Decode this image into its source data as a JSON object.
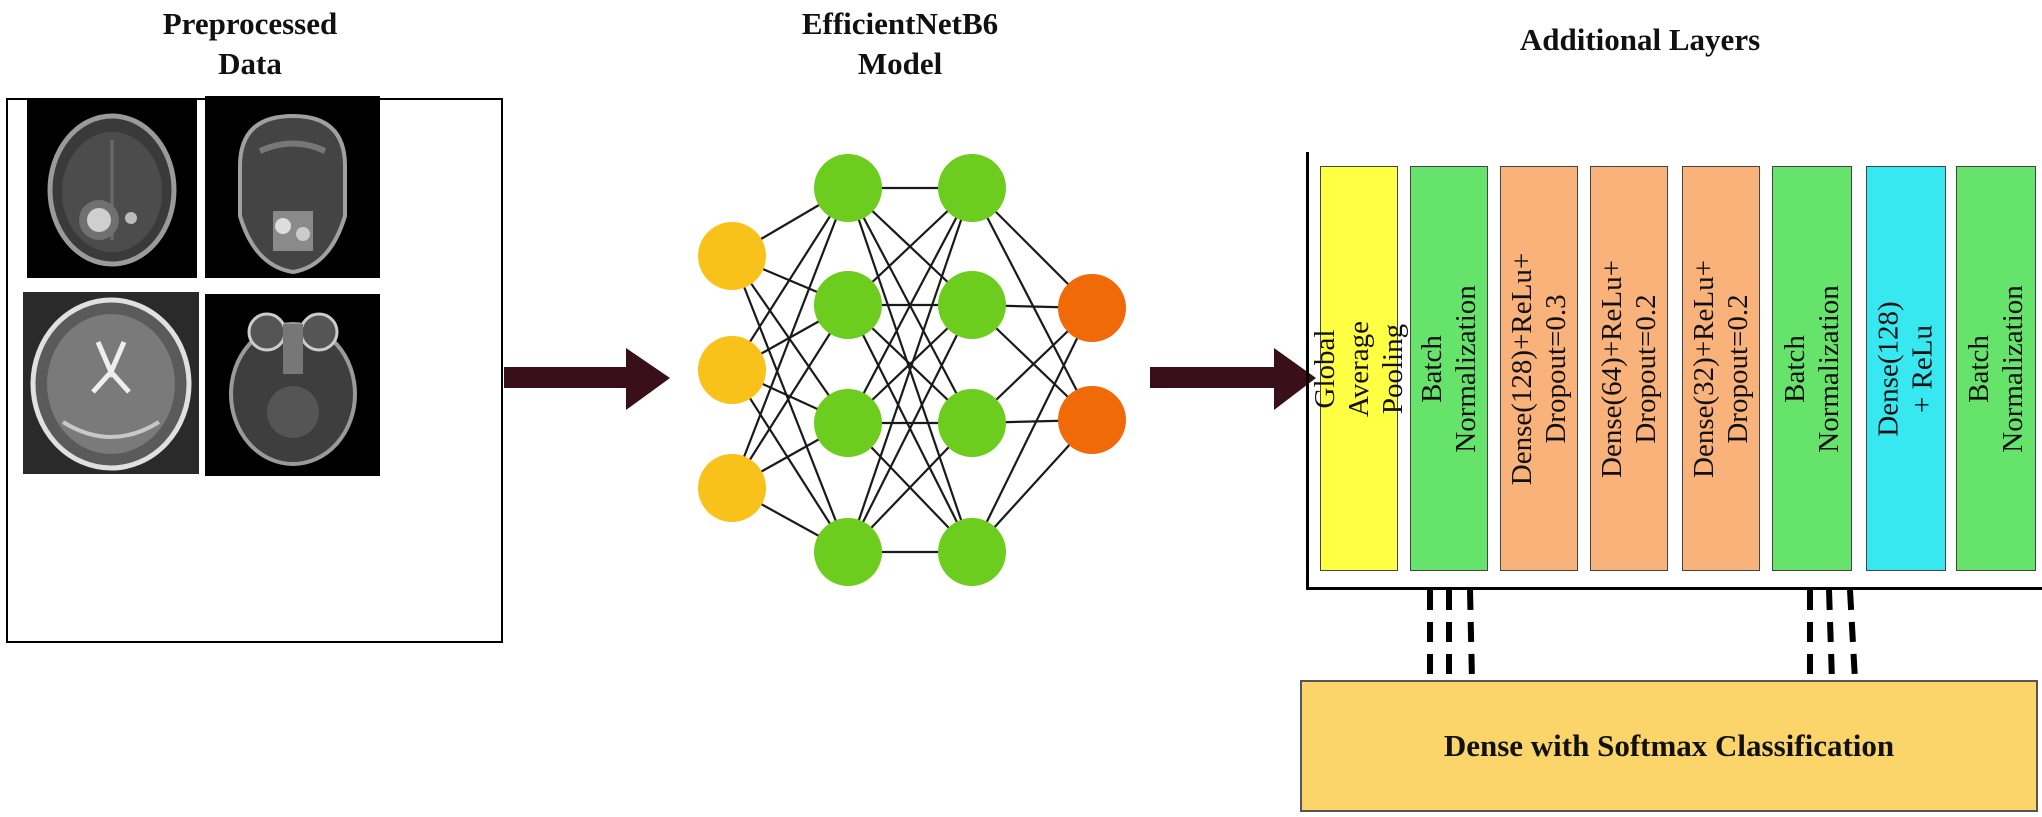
{
  "titles": {
    "preprocessed": "Preprocessed\nData",
    "model": "EfficientNetB6\nModel",
    "additional": "Additional Layers"
  },
  "layers": [
    {
      "id": "gap",
      "label": "Global Average Pooling",
      "color": "#ffff44"
    },
    {
      "id": "bn1",
      "label": "Batch Normalization",
      "color": "#66e36b"
    },
    {
      "id": "dense128",
      "label": "Dense(128)+ReLu+\nDropout=0.3",
      "color": "#f8b27a"
    },
    {
      "id": "dense64",
      "label": "Dense(64)+ReLu+\nDropout=0.2",
      "color": "#f8b27a"
    },
    {
      "id": "dense32",
      "label": "Dense(32)+ReLu+\nDropout=0.2",
      "color": "#f8b27a"
    },
    {
      "id": "bn2",
      "label": "Batch Normalization",
      "color": "#66e36b"
    },
    {
      "id": "dense128relu",
      "label": "Dense(128) + ReLu",
      "color": "#38e8f0"
    },
    {
      "id": "bn3",
      "label": "Batch Normalization",
      "color": "#66e36b"
    }
  ],
  "softmax": {
    "label": "Dense with Softmax Classification",
    "color": "#fbd56a"
  },
  "network": {
    "input_color": "#f8c21a",
    "hidden_color": "#6ccd1e",
    "output_color": "#f06a08",
    "layer_sizes": [
      3,
      4,
      4,
      2
    ]
  },
  "arrow_color": "#3a0f1c"
}
